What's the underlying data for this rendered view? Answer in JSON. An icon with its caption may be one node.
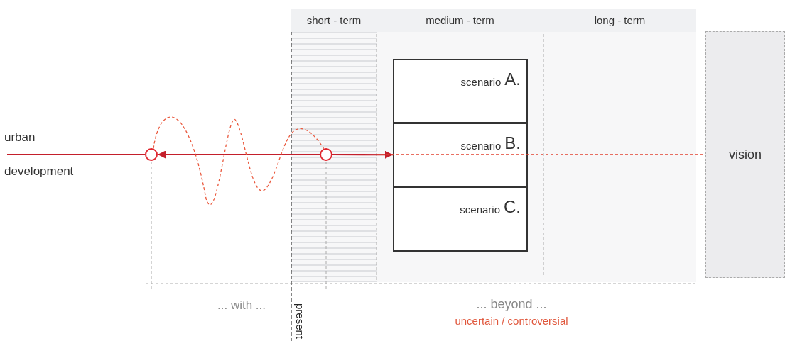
{
  "diagram": {
    "nodes": [
      {
        "text": [
          "short - term"
        ]
      },
      {
        "text": [
          "medium - term"
        ]
      },
      {
        "text": [
          "long - term"
        ]
      },
      {
        "text": [
          "urban",
          "development"
        ]
      },
      {
        "text": [],
        "shape": "circle"
      },
      {
        "text": [],
        "shape": "circle"
      },
      {
        "text": [
          "scenario",
          "A."
        ]
      },
      {
        "text": [
          "scenario",
          "B."
        ]
      },
      {
        "text": [
          "scenario",
          "C."
        ]
      },
      {
        "text": [
          "vision"
        ]
      }
    ],
    "edges": [
      {
        "from": 3,
        "to": 4,
        "arrow": "none"
      },
      {
        "from": 5,
        "to": 4,
        "arrow": "to"
      },
      {
        "from": 5,
        "to": 7,
        "arrow": "to"
      },
      {
        "from": null,
        "to": 9,
        "arrow": "none",
        "style": "dashed",
        "color": "#e2412f"
      },
      {
        "from": 4,
        "to": 5,
        "arrow": "none",
        "style": "dashed",
        "color": "#ea5a3f"
      }
    ],
    "labels": [
      "... with ...",
      "present",
      "... beyond ...",
      "uncertain / controversial"
    ]
  }
}
